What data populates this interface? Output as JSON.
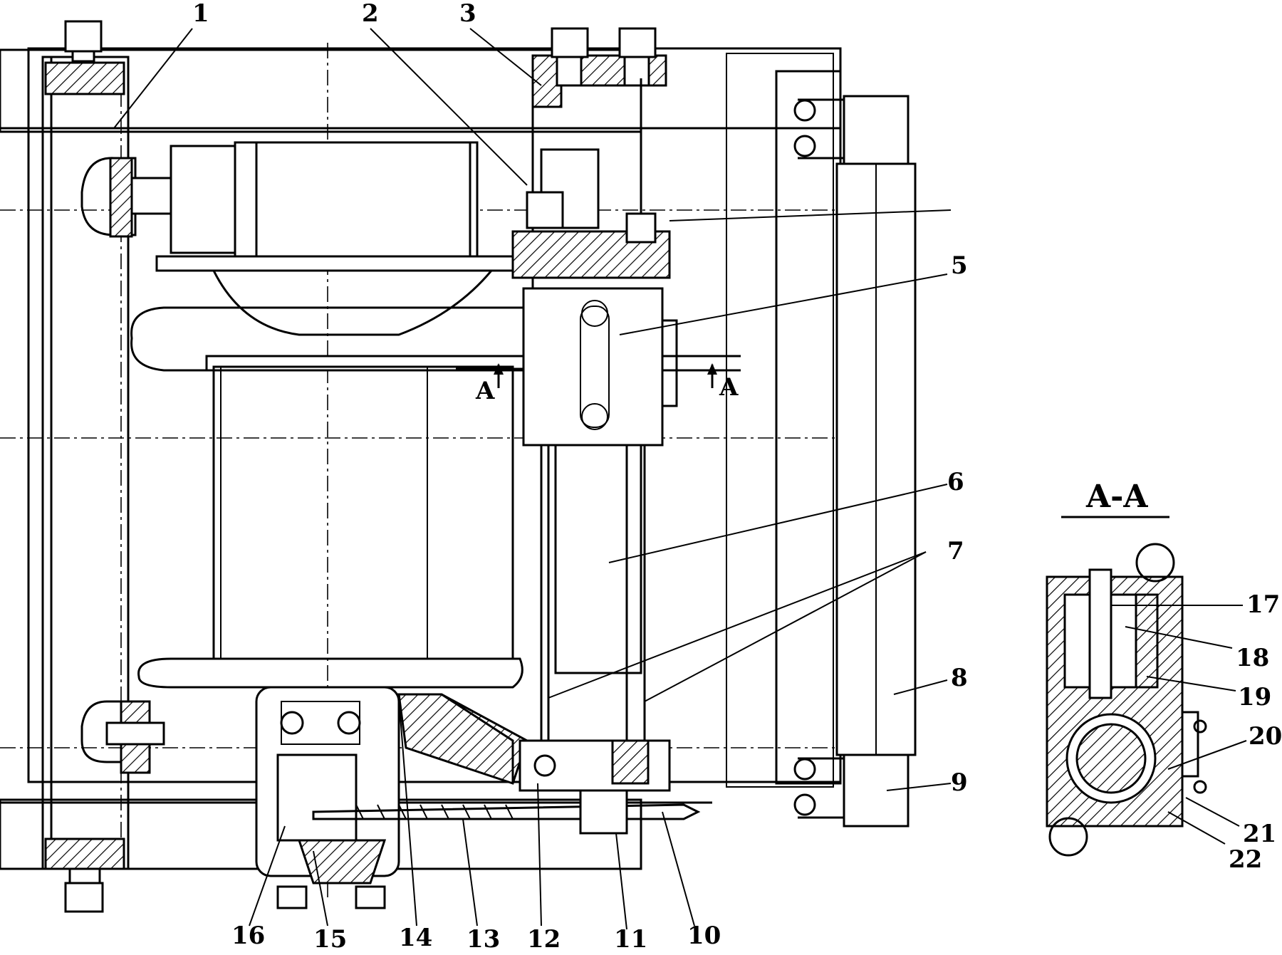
{
  "section": {
    "title": "A-A"
  },
  "cut_markers": {
    "left": "A",
    "right": "A"
  },
  "callouts": [
    {
      "id": "1",
      "text": "1"
    },
    {
      "id": "2",
      "text": "2"
    },
    {
      "id": "3",
      "text": "3"
    },
    {
      "id": "5",
      "text": "5"
    },
    {
      "id": "6",
      "text": "6"
    },
    {
      "id": "7",
      "text": "7"
    },
    {
      "id": "8",
      "text": "8"
    },
    {
      "id": "9",
      "text": "9"
    },
    {
      "id": "10",
      "text": "10"
    },
    {
      "id": "11",
      "text": "11"
    },
    {
      "id": "12",
      "text": "12"
    },
    {
      "id": "13",
      "text": "13"
    },
    {
      "id": "14",
      "text": "14"
    },
    {
      "id": "15",
      "text": "15"
    },
    {
      "id": "16",
      "text": "16"
    },
    {
      "id": "17",
      "text": "17"
    },
    {
      "id": "18",
      "text": "18"
    },
    {
      "id": "19",
      "text": "19"
    },
    {
      "id": "20",
      "text": "20"
    },
    {
      "id": "21",
      "text": "21"
    },
    {
      "id": "22",
      "text": "22"
    }
  ],
  "colors": {
    "ink": "#000000",
    "paper": "#ffffff"
  }
}
